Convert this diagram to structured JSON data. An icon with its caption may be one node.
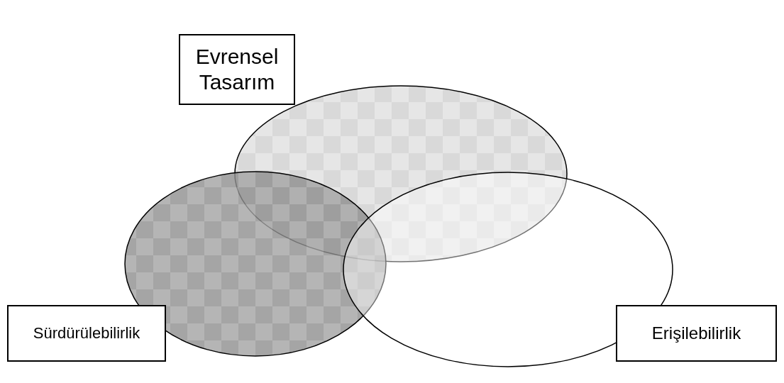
{
  "diagram": {
    "nodes": [
      {
        "text": [
          "Evrensel Tasarım"
        ]
      },
      {
        "text": [
          "Sürdürülebilirlik"
        ]
      },
      {
        "text": [
          "Erişilebilirlik"
        ]
      }
    ]
  }
}
